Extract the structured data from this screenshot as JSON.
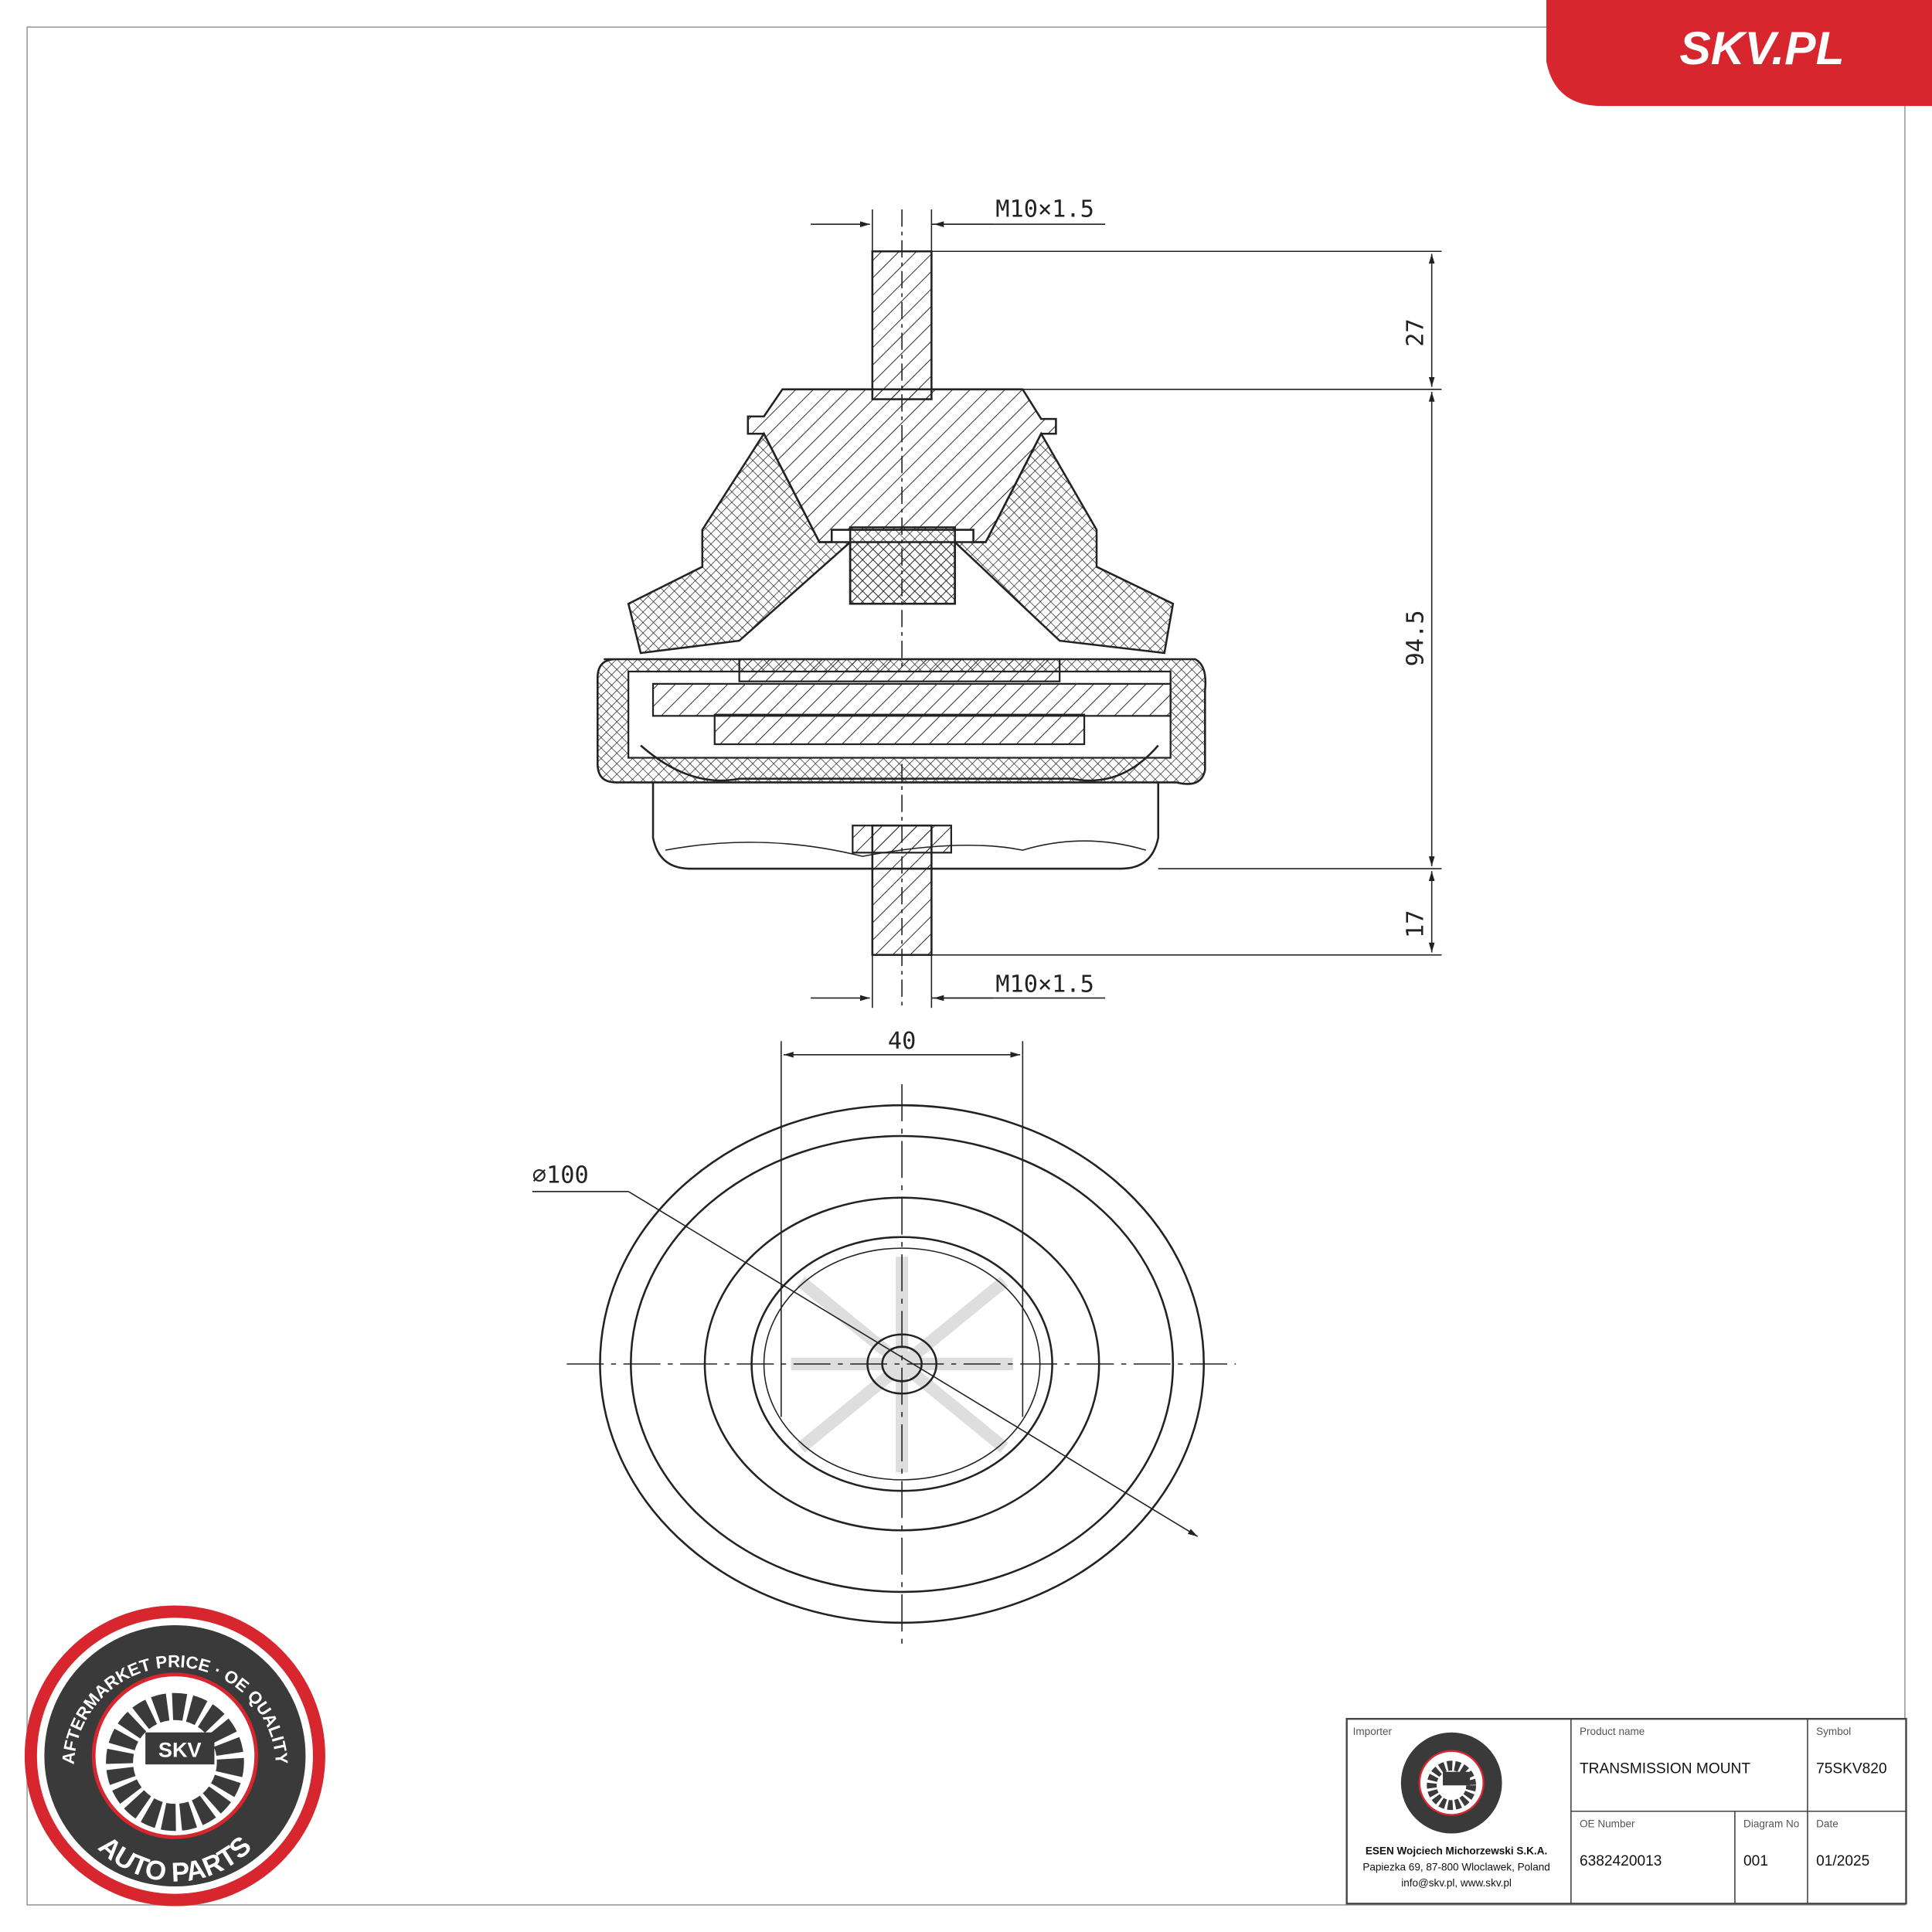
{
  "brand": {
    "corner_label": "SKV.PL",
    "accent_color": "#d7262e"
  },
  "seal": {
    "top_text": "AFTERMARKET PRICE · OE QUALITY",
    "bottom_text": "AUTO PARTS",
    "center_text": "SKV"
  },
  "dimensions": {
    "thread_top": "M10×1.5",
    "thread_bottom": "M10×1.5",
    "stud_top_height": "27",
    "body_height": "94.5",
    "stud_bottom_height": "17",
    "plate_width": "40",
    "diameter": "⌀100"
  },
  "title_block": {
    "importer_label": "Importer",
    "importer_name": "ESEN Wojciech Michorzewski S.K.A.",
    "importer_address": "Papiezka 69, 87-800 Wloclawek, Poland",
    "importer_contact": "info@skv.pl, www.skv.pl",
    "product_name_label": "Product name",
    "product_name": "TRANSMISSION MOUNT",
    "symbol_label": "Symbol",
    "symbol": "75SKV820",
    "oe_number_label": "OE Number",
    "oe_number": "6382420013",
    "diagram_no_label": "Diagram No",
    "diagram_no": "001",
    "date_label": "Date",
    "date": "01/2025"
  }
}
